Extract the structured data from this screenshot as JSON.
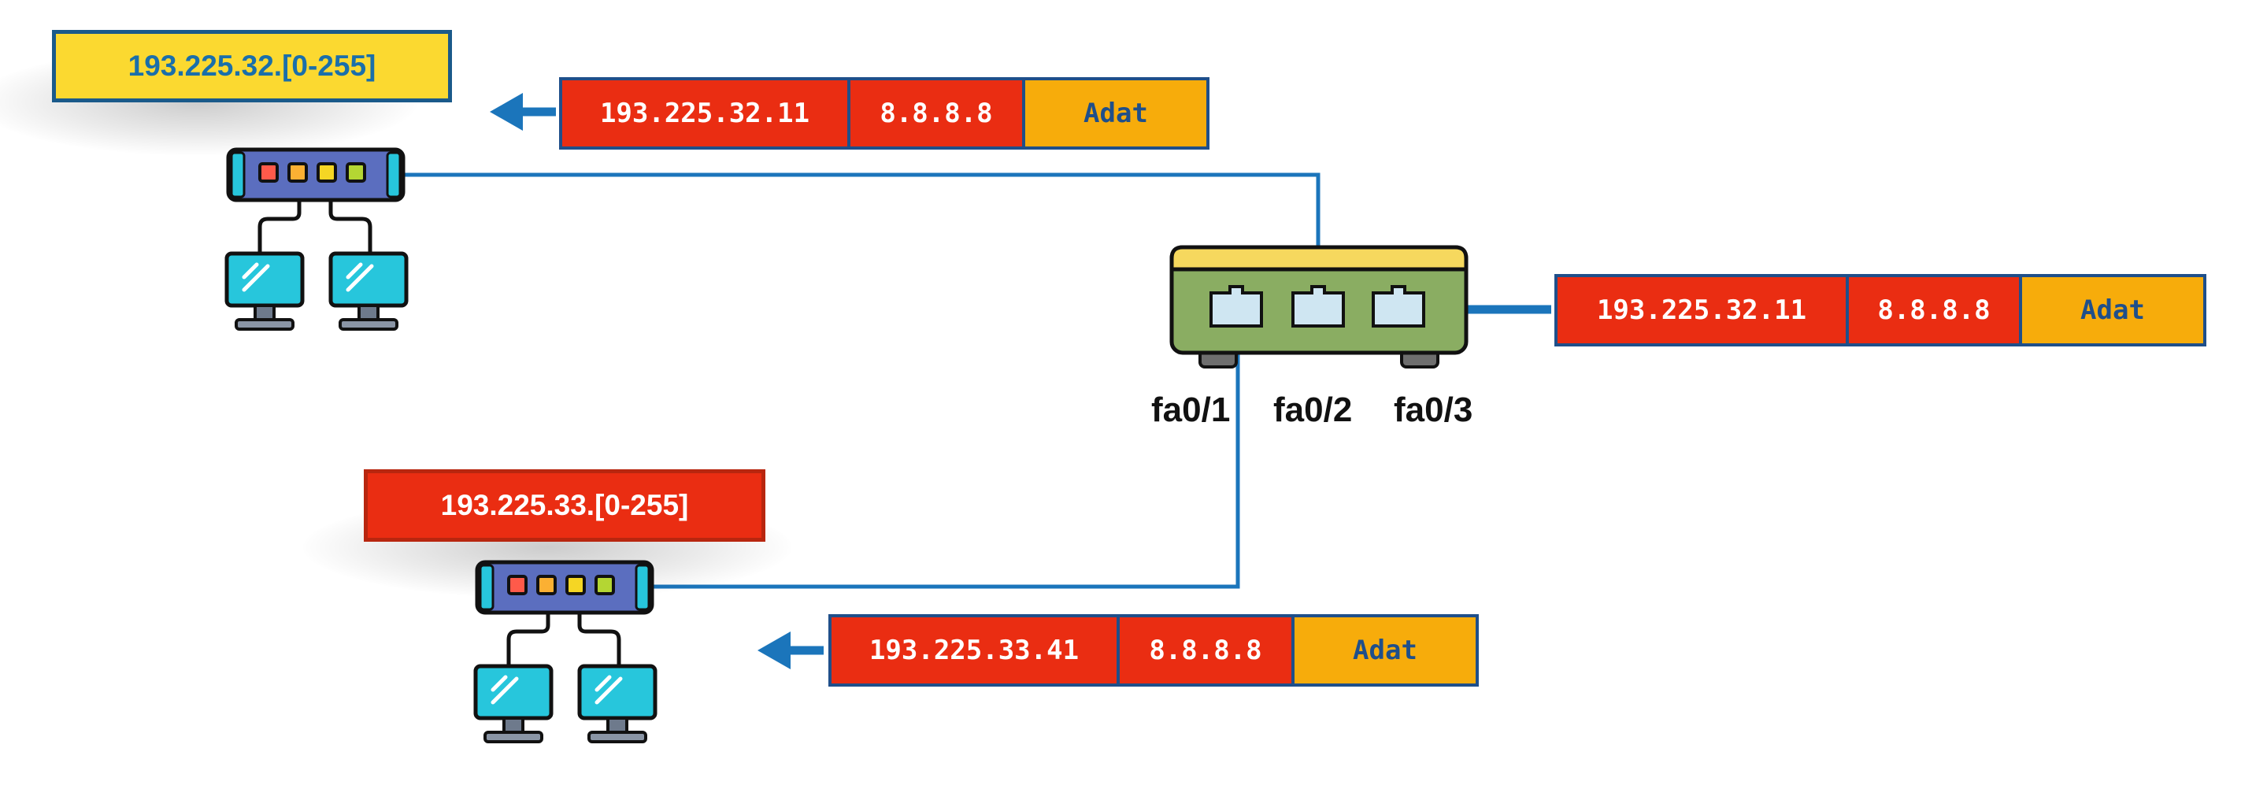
{
  "networks": {
    "top": {
      "label": "193.225.32.[0-255]"
    },
    "bottom": {
      "label": "193.225.33.[0-255]"
    }
  },
  "packets": {
    "incoming": {
      "src": "193.225.32.11",
      "dst": "8.8.8.8",
      "payload": "Adat"
    },
    "to_top": {
      "src": "193.225.32.11",
      "dst": "8.8.8.8",
      "payload": "Adat"
    },
    "to_bottom": {
      "src": "193.225.33.41",
      "dst": "8.8.8.8",
      "payload": "Adat"
    }
  },
  "router": {
    "ports": [
      "fa0/1",
      "fa0/2",
      "fa0/3"
    ]
  },
  "colors": {
    "link": "#1b75bb",
    "router_body": "#8aad62",
    "router_top": "#f6d85e",
    "switch_body": "#5b6ebf",
    "monitor": "#27c6dc",
    "packet_red": "#ea2d12",
    "packet_orange": "#f7ac0b",
    "label_yellow": "#fbd930"
  },
  "icons": {
    "switch": "network-switch-icon",
    "computer": "desktop-computer-icon",
    "router": "router-icon",
    "arrow": "arrow-left-icon"
  }
}
